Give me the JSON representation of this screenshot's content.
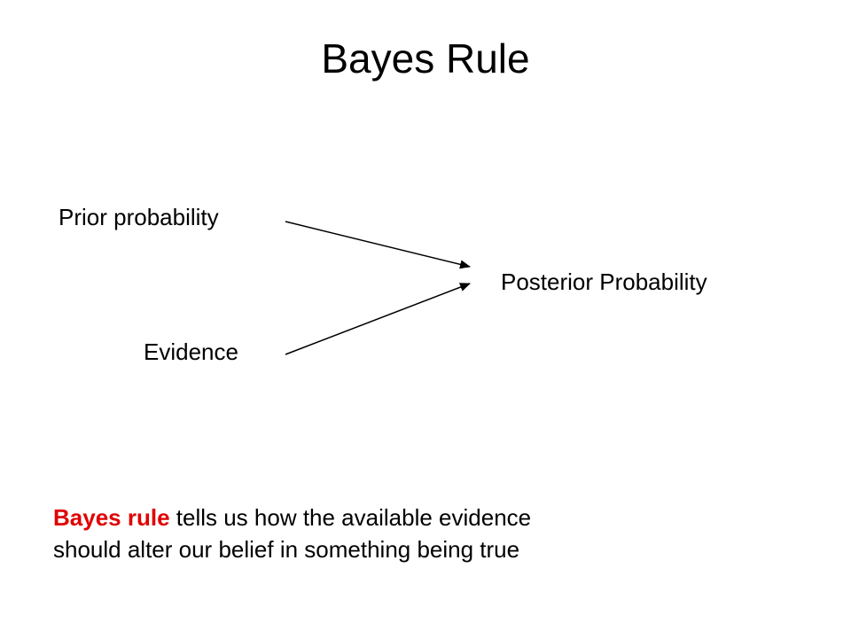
{
  "slide": {
    "title": "Bayes Rule"
  },
  "diagram": {
    "nodes": {
      "prior": "Prior probability",
      "evidence": "Evidence",
      "posterior": "Posterior Probability"
    },
    "edges": [
      {
        "from": "prior",
        "to": "posterior"
      },
      {
        "from": "evidence",
        "to": "posterior"
      }
    ]
  },
  "caption": {
    "emphasis": "Bayes rule",
    "line1_rest": " tells us how the available evidence",
    "line2": "should alter our  belief in something being true",
    "emphasis_color": "#e00000"
  }
}
